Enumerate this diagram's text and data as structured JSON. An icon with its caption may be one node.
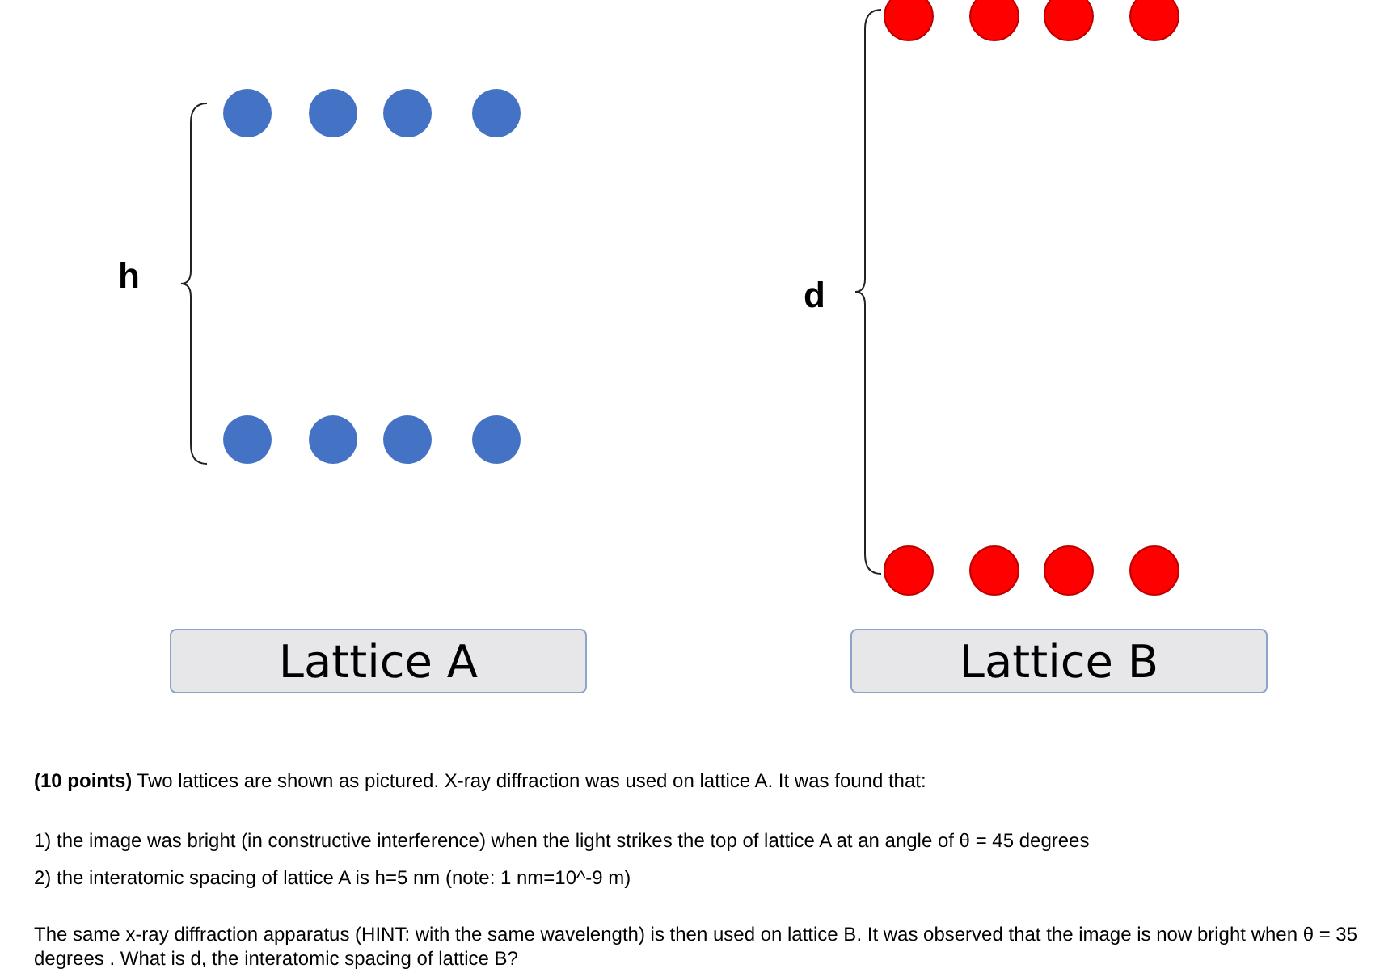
{
  "diagram": {
    "nodes": [
      {
        "text": [
          "Lattice A"
        ]
      },
      {
        "text": [
          "Lattice B"
        ]
      }
    ],
    "edges": [],
    "labels": [
      "h",
      "d",
      "**(10 points)** Two lattices are shown as pictured. X-ray diffraction was used on lattice A. It was found that:",
      "1) the image was bright (in constructive interference) when the light strikes the top of lattice A at an angle of θ = 45 degrees",
      "2) the interatomic spacing of lattice A is h=5 nm (note: 1 nm=10^-9 m)",
      "The same x-ray diffraction apparatus (HINT: with the same wavelength) is then used on lattice B. It was observed that the image is now bright when θ = 35 degrees . What is d, the interatomic spacing of lattice B?"
    ]
  }
}
